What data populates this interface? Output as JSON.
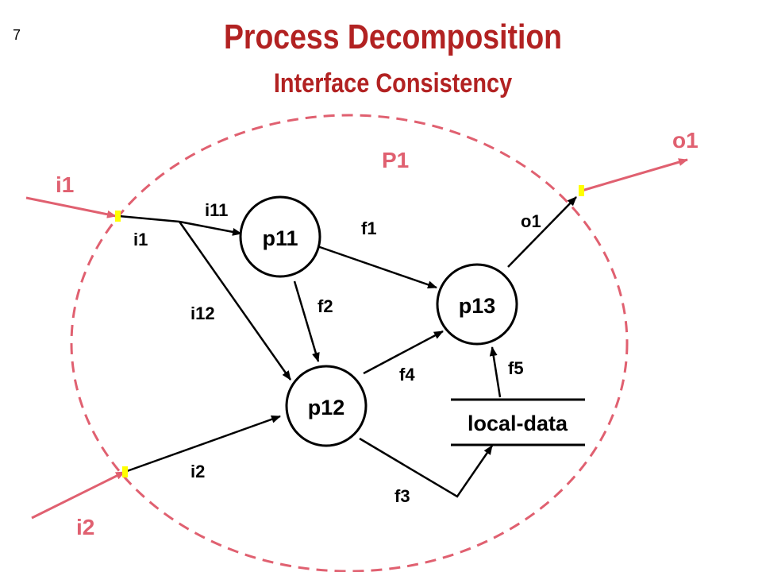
{
  "slide": {
    "number": "7"
  },
  "header": {
    "title": "Process Decomposition",
    "subtitle": "Interface Consistency"
  },
  "colors": {
    "title": "#b22222",
    "boundary": "#e06070",
    "port": "#ffff00",
    "flow": "#000000"
  },
  "diagram": {
    "parent_process": "P1",
    "external": {
      "in1": "i1",
      "in2": "i2",
      "out1": "o1"
    },
    "processes": {
      "p11": "p11",
      "p12": "p12",
      "p13": "p13"
    },
    "store": "local-data",
    "flows": {
      "i1": "i1",
      "i11": "i11",
      "i12": "i12",
      "i2": "i2",
      "f1": "f1",
      "f2": "f2",
      "f3": "f3",
      "f4": "f4",
      "f5": "f5",
      "o1": "o1"
    }
  }
}
